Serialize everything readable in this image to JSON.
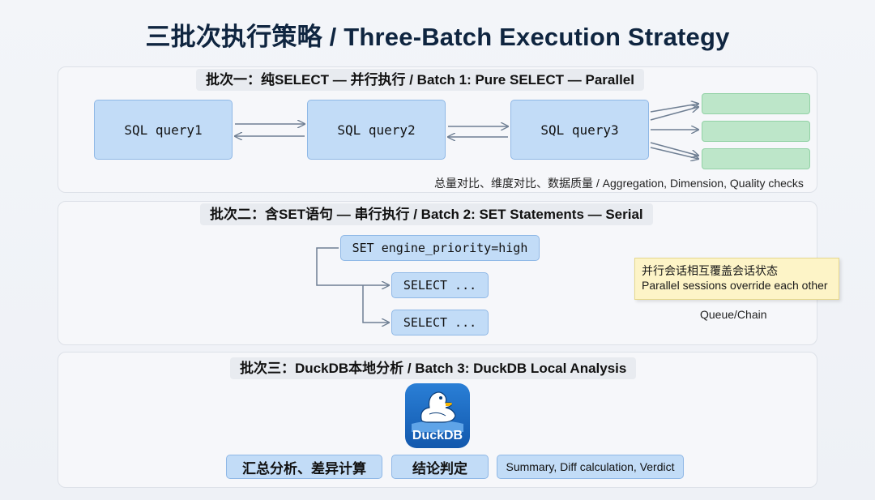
{
  "title": "三批次执行策略 / Three-Batch Execution Strategy",
  "batch1": {
    "title": "批次一：纯SELECT — 并行执行 / Batch 1: Pure SELECT — Parallel",
    "queries": [
      "SQL query1",
      "SQL query2",
      "SQL query3"
    ],
    "checks_note": "总量对比、维度对比、数据质量 / Aggregation, Dimension, Quality checks"
  },
  "batch2": {
    "title": "批次二：含SET语句 — 串行执行 / Batch 2: SET Statements — Serial",
    "set_statement": "SET engine_priority=high",
    "selects": [
      "SELECT ...",
      "SELECT ..."
    ],
    "sticky_line1": "并行会话相互覆盖会话状态",
    "sticky_line2": "Parallel sessions override each other",
    "queue_label": "Queue/Chain"
  },
  "batch3": {
    "title": "批次三：DuckDB本地分析 / Batch 3: DuckDB Local Analysis",
    "logo_text": "DuckDB",
    "tags": [
      "汇总分析、差异计算",
      "结论判定",
      "Summary, Diff calculation, Verdict"
    ]
  },
  "colors": {
    "blue_box": "#c2dcf7",
    "green_box": "#bde6c9",
    "sticky": "#fdf4c7",
    "logo": "#1a6cc4"
  },
  "icons": [
    "duck-icon"
  ]
}
